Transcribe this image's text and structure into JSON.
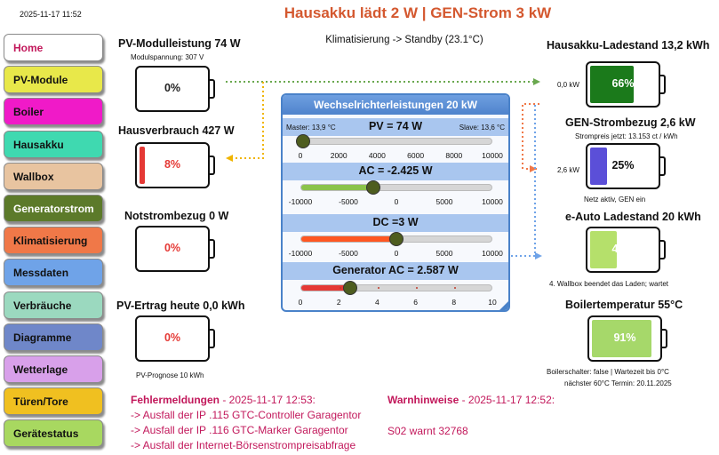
{
  "timestamp": "2025-11-17 11:52",
  "headline": "Hausakku lädt 2 W | GEN-Strom 3 kW",
  "klima_status": "Klimatisierung -> Standby (23.1°C)",
  "colors": {
    "accent": "#d4582f",
    "alert": "#c2185b",
    "panel_blue": "#4a82c9"
  },
  "sidebar": {
    "items": [
      {
        "label": "Home",
        "color": "#ffffff",
        "text_color": "#c2185b"
      },
      {
        "label": "PV-Module",
        "color": "#e8e84a",
        "text_color": "#111111"
      },
      {
        "label": "Boiler",
        "color": "#f01ac8",
        "text_color": "#111111"
      },
      {
        "label": "Hausakku",
        "color": "#3fd9b0",
        "text_color": "#111111"
      },
      {
        "label": "Wallbox",
        "color": "#e8c4a0",
        "text_color": "#111111"
      },
      {
        "label": "Generatorstrom",
        "color": "#5c7a2a",
        "text_color": "#ffffff"
      },
      {
        "label": "Klimatisierung",
        "color": "#f07848",
        "text_color": "#111111"
      },
      {
        "label": "Messdaten",
        "color": "#6fa3e8",
        "text_color": "#111111"
      },
      {
        "label": "Verbräuche",
        "color": "#9bd9bf",
        "text_color": "#111111"
      },
      {
        "label": "Diagramme",
        "color": "#6f87c9",
        "text_color": "#111111"
      },
      {
        "label": "Wetterlage",
        "color": "#d8a0ea",
        "text_color": "#111111"
      },
      {
        "label": "Türen/Tore",
        "color": "#f0c020",
        "text_color": "#111111"
      },
      {
        "label": "Gerätestatus",
        "color": "#a8d860",
        "text_color": "#111111"
      }
    ]
  },
  "left_tiles": {
    "pv": {
      "title": "PV-Modulleistung 74 W",
      "subtitle": "Modulspannung: 307 V",
      "percent_label": "0%",
      "fill_fraction": 0.0,
      "fill_color": "#4caf50",
      "label_color": "#222222"
    },
    "house": {
      "title": "Hausverbrauch 427 W",
      "percent_label": "8%",
      "fill_fraction": 0.08,
      "fill_color": "#e53935",
      "label_color": "#e53935"
    },
    "emergency": {
      "title": "Notstrombezug 0  W",
      "percent_label": "0%",
      "fill_fraction": 0.0,
      "fill_color": "#e53935",
      "label_color": "#e53935"
    },
    "yield": {
      "title": "PV-Ertrag heute 0,0 kWh",
      "subtitle": "PV-Prognose 10 kWh",
      "percent_label": "0%",
      "fill_fraction": 0.0,
      "fill_color": "#e53935",
      "label_color": "#e53935"
    }
  },
  "inverter": {
    "title": "Wechselrichterleistungen 20 kW",
    "master": "Master: 13,9  °C",
    "slave": "Slave: 13,6  °C",
    "pv": {
      "label": "PV = 74  W",
      "ticks": [
        "0",
        "2000",
        "4000",
        "6000",
        "8000",
        "10000"
      ],
      "value": 74,
      "min": 0,
      "max": 10000,
      "fill_color": "#d6d6d6"
    },
    "ac": {
      "label": "AC = -2.425  W",
      "ticks": [
        "-10000",
        "-5000",
        "0",
        "5000",
        "10000"
      ],
      "value": -2425,
      "min": -10000,
      "max": 10000,
      "fill_color": "#8bc34a"
    },
    "dc": {
      "label": "DC =3 W",
      "ticks": [
        "-10000",
        "-5000",
        "0",
        "5000",
        "10000"
      ],
      "value": 3,
      "min": -10000,
      "max": 10000,
      "fill_color": "#ff5722"
    },
    "gen": {
      "label": "Generator AC = 2.587 W",
      "ticks": [
        "0",
        "2",
        "4",
        "6",
        "8",
        "10"
      ],
      "value": 2.587,
      "min": 0,
      "max": 10,
      "fill_color": "#e53935"
    }
  },
  "right_tiles": {
    "akku": {
      "title": "Hausakku-Ladestand 13,2 kWh",
      "side_label": "0,0 kW",
      "percent_label": "66%",
      "fill_fraction": 0.66,
      "fill_color": "#1b7a1b",
      "label_color": "#ffffff"
    },
    "gen": {
      "title": "GEN-Strombezug 2,6 kW",
      "subtitle": "Strompreis jetzt: 13.153 ct / kWh",
      "side_label": "2,6 kW",
      "percent_label": "25%",
      "fill_fraction": 0.25,
      "fill_color": "#5b4fd8",
      "label_color": "#111111",
      "note": "Netz aktiv, GEN ein"
    },
    "ev": {
      "title": "e-Auto Ladestand 20 kWh",
      "percent_label": "40%",
      "fill_fraction": 0.4,
      "fill_color": "#b5e06b",
      "label_color": "#ffffff",
      "note": "4. Wallbox beendet das Laden; wartet"
    },
    "boiler": {
      "title": "Boilertemperatur 55°C",
      "percent_label": "91%",
      "fill_fraction": 0.91,
      "fill_color": "#a6d86a",
      "label_color": "#ffffff",
      "note1": "Boilerschalter: false | Wartezeit bis 0°C",
      "note2": "nächster 60°C Termin: 20.11.2025"
    }
  },
  "errors": {
    "heading": "Fehlermeldungen",
    "time": " - 2025-11-17 12:53:",
    "lines": [
      "-> Ausfall der IP .115 GTC-Controller Garagentor",
      "-> Ausfall der IP .116 GTC-Marker Garagentor",
      "-> Ausfall der Internet-Börsenstrompreisabfrage"
    ]
  },
  "warnings": {
    "heading": "Warnhinweise",
    "time": " - 2025-11-17 12:52:",
    "lines": [
      "S02 warnt 32768"
    ]
  }
}
